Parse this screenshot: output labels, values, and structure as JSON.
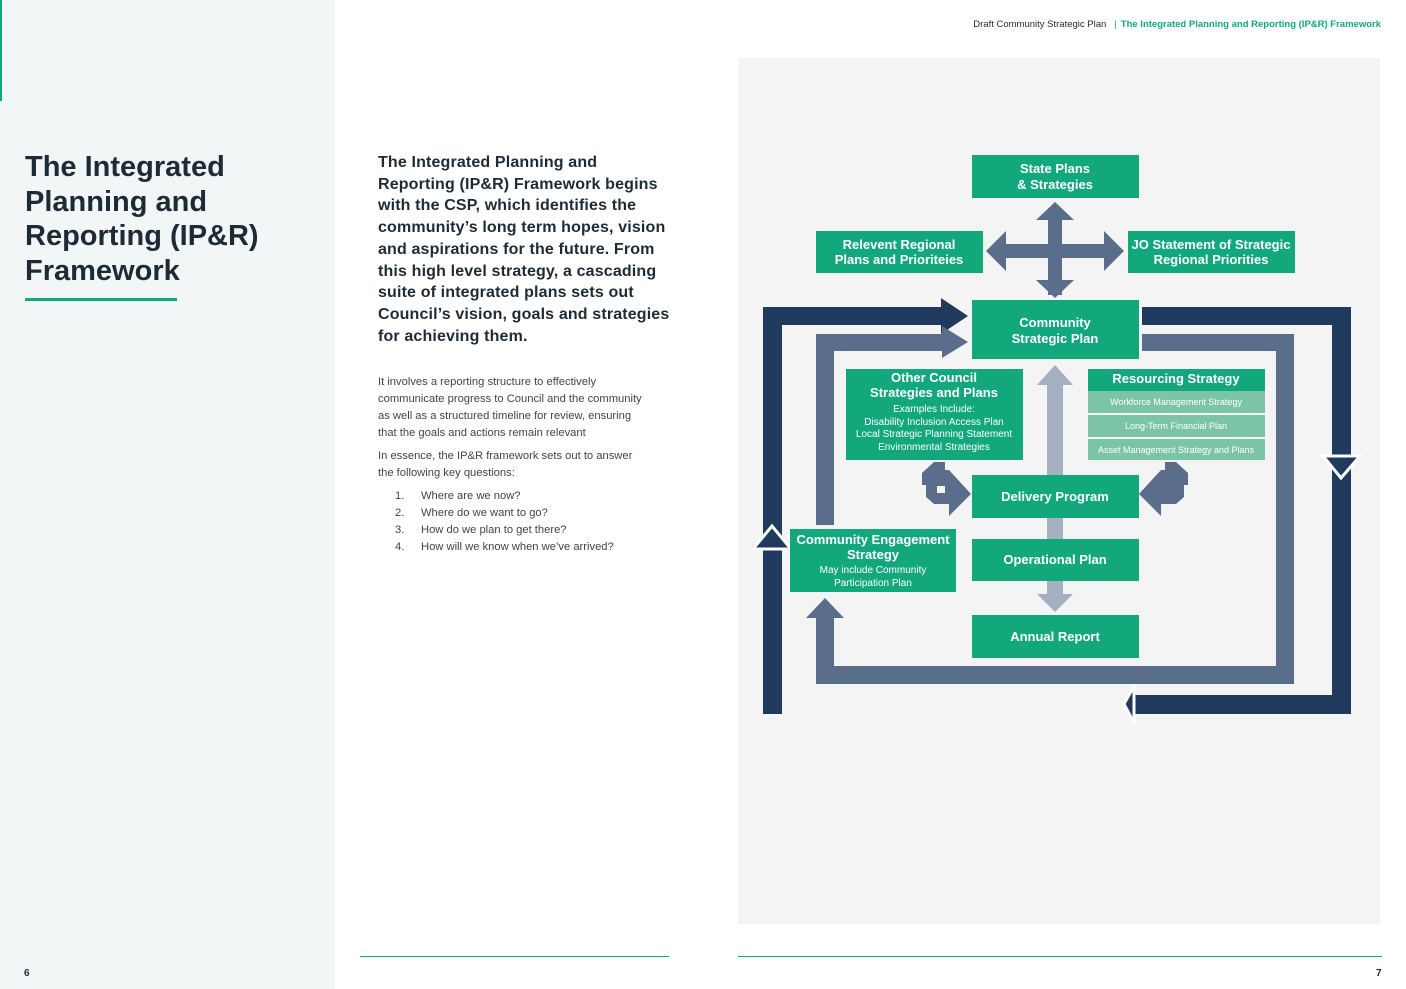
{
  "header": {
    "doc_title": "Draft Community Strategic Plan",
    "separator": "|",
    "section_title": "The Integrated Planning and Reporting (IP&R) Framework"
  },
  "left": {
    "title_lines": [
      "The Integrated",
      "Planning and",
      "Reporting (IP&R)",
      "Framework"
    ],
    "page_number": "6"
  },
  "body": {
    "intro_lines": [
      "The Integrated Planning and",
      "Reporting (IP&R) Framework begins",
      "with the CSP, which identifies the",
      "community’s long term hopes, vision",
      "and aspirations for the future. From",
      "this high level strategy, a cascading",
      "suite of integrated plans sets out",
      "Council’s vision, goals and strategies",
      "for achieving them."
    ],
    "paragraph1_lines": [
      "It involves a reporting structure to effectively",
      "communicate progress to Council and the community",
      "as well as a structured timeline for review, ensuring",
      "that the goals and actions remain relevant"
    ],
    "paragraph2_lines": [
      "In essence, the IP&R framework sets out to answer",
      "the following key questions:"
    ],
    "questions": [
      {
        "num": "1.",
        "text": "Where are we now?"
      },
      {
        "num": "2.",
        "text": "Where do we want to go?"
      },
      {
        "num": "3.",
        "text": "How do we plan to get there?"
      },
      {
        "num": "4.",
        "text": "How will we know when we’ve arrived?"
      }
    ],
    "page_number": "7"
  },
  "diagram": {
    "colors": {
      "green": "#12a87b",
      "green_light": "#7cc4a6",
      "navy": "#1f3a5c",
      "slate": "#5a6e8c",
      "slate_light": "#a4afc2",
      "panel": "#f4f4f4",
      "accent": "#12a87b"
    },
    "state_plans": [
      "State Plans",
      "& Strategies"
    ],
    "regional_plans": [
      "Relevent Regional",
      "Plans and Prioriteies"
    ],
    "jo_statement": [
      "JO Statement of Strategic",
      "Regional Priorities"
    ],
    "community_strategic_plan": [
      "Community",
      "Strategic Plan"
    ],
    "other_council": {
      "title": [
        "Other Council",
        "Strategies and Plans"
      ],
      "details": [
        "Examples Include:",
        "Disability Inclusion Access Plan",
        "Local Strategic Planning Statement",
        "Environmental Strategies"
      ]
    },
    "resourcing": {
      "title": "Resourcing Strategy",
      "items": [
        "Workforce Management Strategy",
        "Long-Term Financial Plan",
        "Asset Management Strategy and Plans"
      ]
    },
    "delivery_program": "Delivery Program",
    "engagement": {
      "title": [
        "Community Engagement",
        "Strategy"
      ],
      "details": [
        "May include Community",
        "Participation Plan"
      ]
    },
    "operational_plan": "Operational Plan",
    "annual_report": "Annual Report"
  }
}
